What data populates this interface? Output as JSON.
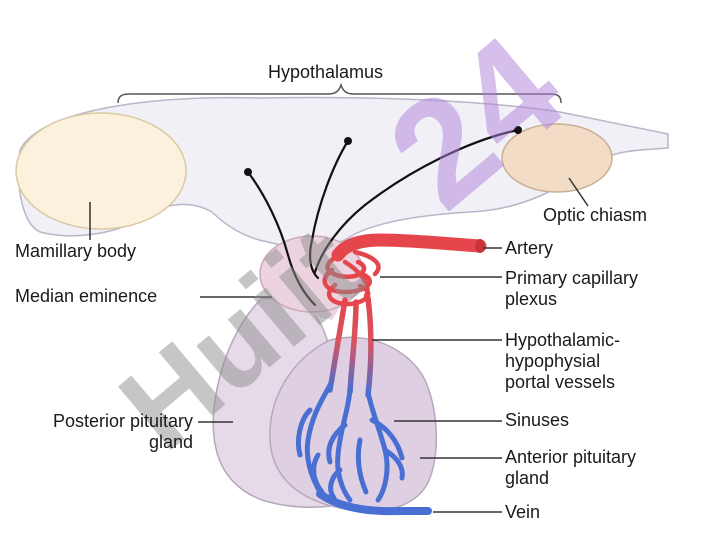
{
  "labels": {
    "hypothalamus": "Hypothalamus",
    "optic_chiasm": "Optic chiasm",
    "mamillary_body": "Mamillary body",
    "median_eminence": "Median eminence",
    "artery": "Artery",
    "primary_capillary_plexus": [
      "Primary capillary",
      "plexus"
    ],
    "portal_vessels": [
      "Hypothalamic-",
      "hypophysial",
      "portal vessels"
    ],
    "sinuses": "Sinuses",
    "posterior_pituitary": [
      "Posterior pituitary",
      "gland"
    ],
    "anterior_pituitary": [
      "Anterior pituitary",
      "gland"
    ],
    "vein": "Vein"
  },
  "watermark": {
    "gray_text": "Huiit",
    "purple_text": "24"
  },
  "colors": {
    "hypothalamus_tissue": "#f1f0f6",
    "tissue_outline": "#b9b6c8",
    "mamillary_body": "#fbf1dc",
    "optic_chiasm": "#f2dcc6",
    "median_eminence": "#ecd3df",
    "pituitary": "#e4d5e6",
    "artery": "#e4464c",
    "vein": "#4a6fd3",
    "nerve": "#111111",
    "watermark_gray": "#8e8e8e",
    "watermark_purple": "#b07fd9"
  }
}
